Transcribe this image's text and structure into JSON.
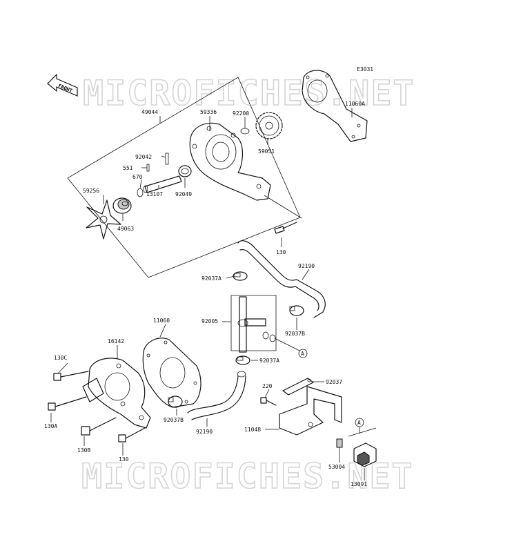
{
  "diagram": {
    "code": "E3031",
    "front_marker": "FRONT",
    "watermark": "MICROFICHES.NET",
    "callouts": [
      {
        "id": "c-49044",
        "text": "49044"
      },
      {
        "id": "c-59336",
        "text": "59336"
      },
      {
        "id": "c-92200",
        "text": "92200"
      },
      {
        "id": "c-59051",
        "text": "59051"
      },
      {
        "id": "c-11060A",
        "text": "11060A"
      },
      {
        "id": "c-92042",
        "text": "92042"
      },
      {
        "id": "c-551",
        "text": "551"
      },
      {
        "id": "c-670",
        "text": "670"
      },
      {
        "id": "c-59256",
        "text": "59256"
      },
      {
        "id": "c-49063",
        "text": "49063"
      },
      {
        "id": "c-13107",
        "text": "13107"
      },
      {
        "id": "c-92049",
        "text": "92049"
      },
      {
        "id": "c-130-top",
        "text": "130"
      },
      {
        "id": "c-92190-top",
        "text": "92190"
      },
      {
        "id": "c-92037A-top",
        "text": "92037A"
      },
      {
        "id": "c-92005",
        "text": "92005"
      },
      {
        "id": "c-92037B-right",
        "text": "92037B"
      },
      {
        "id": "c-A-mid",
        "text": "A"
      },
      {
        "id": "c-92037A-bottom",
        "text": "92037A"
      },
      {
        "id": "c-11060",
        "text": "11060"
      },
      {
        "id": "c-16142",
        "text": "16142"
      },
      {
        "id": "c-130C",
        "text": "130C"
      },
      {
        "id": "c-130A",
        "text": "130A"
      },
      {
        "id": "c-130B",
        "text": "130B"
      },
      {
        "id": "c-130-bottom",
        "text": "130"
      },
      {
        "id": "c-92037B-left",
        "text": "92037B"
      },
      {
        "id": "c-92190-bottom",
        "text": "92190"
      },
      {
        "id": "c-220",
        "text": "220"
      },
      {
        "id": "c-92037",
        "text": "92037"
      },
      {
        "id": "c-11048",
        "text": "11048"
      },
      {
        "id": "c-A-right",
        "text": "A"
      },
      {
        "id": "c-53004",
        "text": "53004"
      },
      {
        "id": "c-13091",
        "text": "13091"
      }
    ]
  }
}
